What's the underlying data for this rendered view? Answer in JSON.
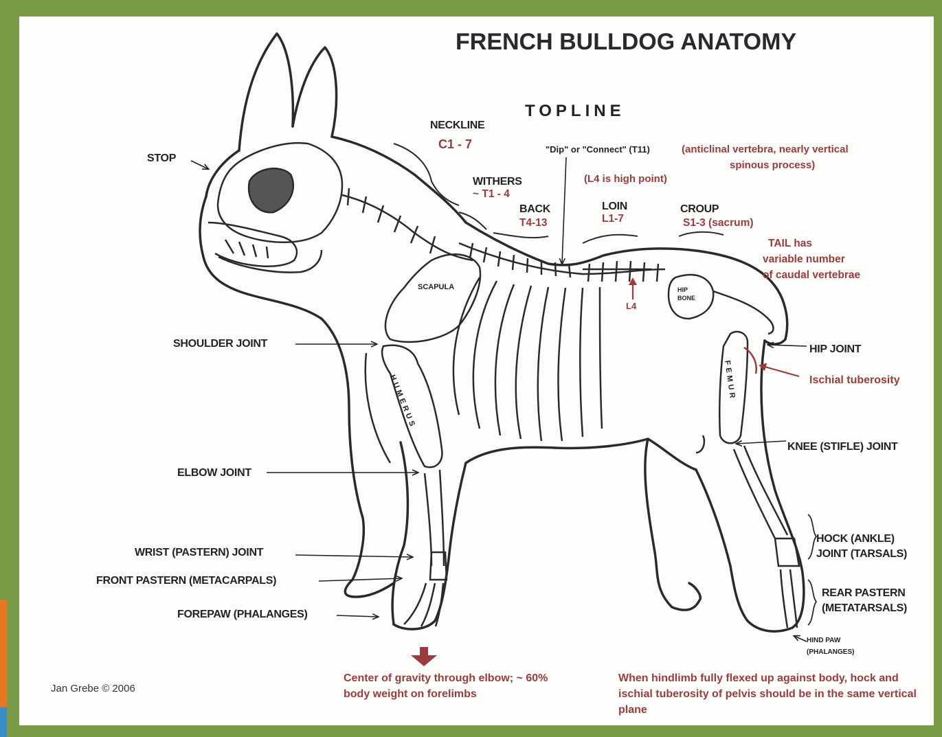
{
  "title": "FRENCH BULLDOG ANATOMY",
  "topline": "TOPLINE",
  "credit": "Jan Grebe © 2006",
  "colors": {
    "frame": "#7b9b47",
    "accent_red": "#9b3b3b",
    "ink": "#222222",
    "paper": "#fdfdfb"
  },
  "labels": {
    "stop": "STOP",
    "neckline": "NECKLINE",
    "neckline_range": "C1 - 7",
    "withers": "WITHERS",
    "withers_range": "~ T1 - 4",
    "back": "BACK",
    "back_range": "T4-13",
    "loin": "LOIN",
    "loin_range": "L1-7",
    "croup": "CROUP",
    "croup_range": "S1-3  (sacrum)",
    "dip": "\"Dip\" or \"Connect\" (T11)",
    "dip_note_1": "(anticlinal vertebra, nearly vertical",
    "dip_note_2": "spinous process)",
    "l4_high": "(L4 is high point)",
    "l4": "L4",
    "tail_1": "TAIL has",
    "tail_2": "variable number",
    "tail_3": "of caudal vertebrae",
    "scapula": "SCAPULA",
    "humerus": "HUMERUS",
    "femur": "FEMUR",
    "hip_bone_1": "HIP",
    "hip_bone_2": "BONE",
    "shoulder_joint": "SHOULDER JOINT",
    "elbow_joint": "ELBOW JOINT",
    "wrist_joint": "WRIST (PASTERN) JOINT",
    "front_pastern": "FRONT PASTERN (METACARPALS)",
    "forepaw": "FOREPAW (PHALANGES)",
    "hip_joint": "HIP JOINT",
    "ischial": "Ischial tuberosity",
    "knee": "KNEE (STIFLE) JOINT",
    "hock_1": "HOCK (ANKLE)",
    "hock_2": "JOINT (TARSALS)",
    "rear_pastern_1": "REAR PASTERN",
    "rear_pastern_2": "(METATARSALS)",
    "hind_paw_1": "HIND PAW",
    "hind_paw_2": "(PHALANGES)",
    "center_gravity": "Center of gravity through elbow; ~ 60% body weight on forelimbs",
    "hindlimb_note": "When hindlimb fully flexed up against body, hock and ischial tuberosity of pelvis should be in the same vertical plane"
  }
}
